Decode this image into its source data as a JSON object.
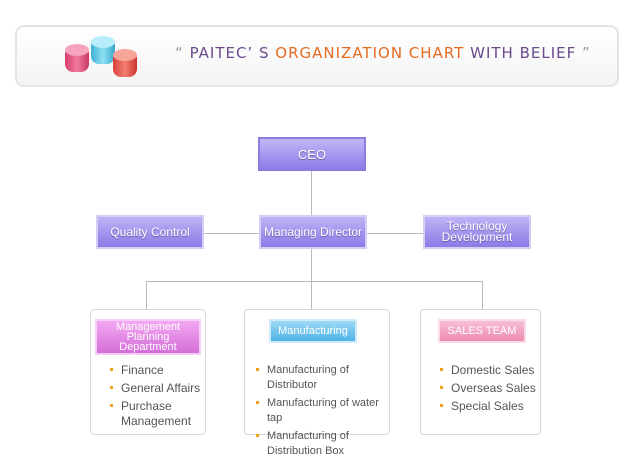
{
  "banner": {
    "open_quote": "“",
    "company": "PAITEC’ S",
    "highlight": "ORGANIZATION CHART",
    "rest": "WITH BELIEF",
    "close_quote": "”",
    "colors": {
      "cylinder_pink": "#e0527a",
      "cylinder_cyan": "#58c3e0",
      "cylinder_red": "#e2524e"
    }
  },
  "org": {
    "ceo": "CEO",
    "quality_control": "Quality Control",
    "managing_director": "Managing Director",
    "technology_development": "Technology Development"
  },
  "departments": [
    {
      "name": "Management Planning Department",
      "items": [
        "Finance",
        "General Affairs",
        "Purchase Management"
      ]
    },
    {
      "name": "Manufacturing",
      "items": [
        "Manufacturing of Distributor",
        "Manufacturing of water tap",
        "Manufacturing of Distribution Box"
      ]
    },
    {
      "name": "SALES TEAM",
      "items": [
        "Domestic Sales",
        "Overseas Sales",
        "Special Sales"
      ]
    }
  ]
}
